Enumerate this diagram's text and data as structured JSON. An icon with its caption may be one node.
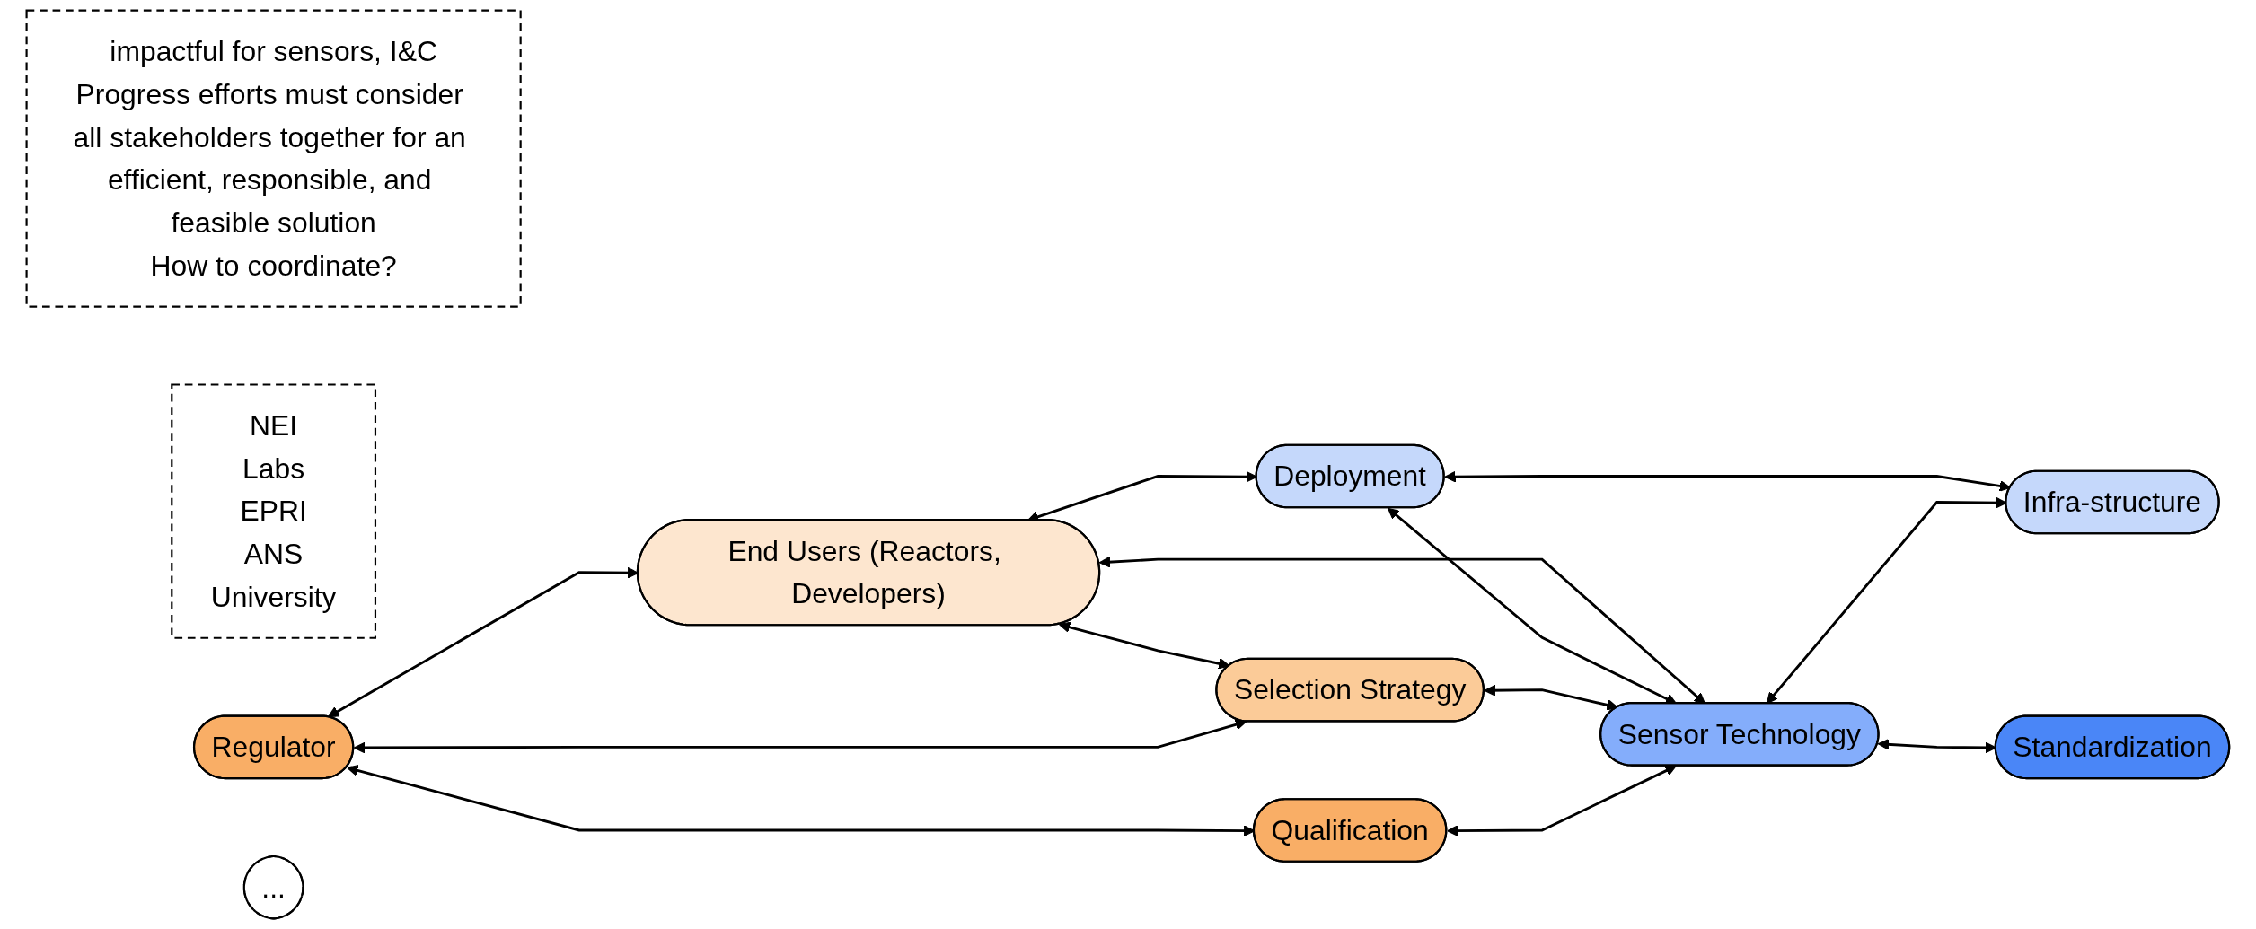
{
  "diagram": {
    "nodes": [
      {
        "text": [
          "impactful for sensors, I&C",
          "Progress efforts must consider all stakeholders together for an efficient, responsible, and feasible solution",
          "How to coordinate?"
        ]
      },
      {
        "text": [
          "NEI",
          "Labs",
          "EPRI",
          "ANS",
          "University"
        ]
      },
      {
        "text": [
          "End Users (Reactors, Developers)"
        ]
      },
      {
        "text": [
          "Deployment"
        ]
      },
      {
        "text": [
          "Regulator"
        ]
      },
      {
        "text": [
          "Selection Strategy"
        ]
      },
      {
        "text": [
          "Sensor Technology"
        ]
      },
      {
        "text": [
          "Infra-structure"
        ]
      },
      {
        "text": [
          "Qualification"
        ]
      },
      {
        "text": [
          "Standardization"
        ]
      },
      {
        "text": [
          "..."
        ]
      }
    ],
    "edges": [
      {
        "from": 2,
        "to": 3,
        "arrow": "both"
      },
      {
        "from": 4,
        "to": 2,
        "arrow": "both"
      },
      {
        "from": 2,
        "to": 5,
        "arrow": "both"
      },
      {
        "from": 2,
        "to": 6,
        "arrow": "both"
      },
      {
        "from": 3,
        "to": 6,
        "arrow": "both"
      },
      {
        "from": 3,
        "to": 7,
        "arrow": "both"
      },
      {
        "from": 4,
        "to": 5,
        "arrow": "both"
      },
      {
        "from": 5,
        "to": 6,
        "arrow": "both"
      },
      {
        "from": 6,
        "to": 7,
        "arrow": "both"
      },
      {
        "from": 4,
        "to": 8,
        "arrow": "both"
      },
      {
        "from": 8,
        "to": 6,
        "arrow": "both"
      },
      {
        "from": 6,
        "to": 9,
        "arrow": "both"
      }
    ]
  }
}
